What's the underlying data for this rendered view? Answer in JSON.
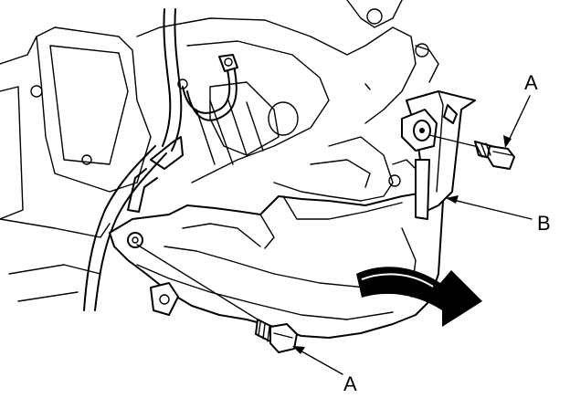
{
  "labels": {
    "bolt_top": "A",
    "bracket": "B",
    "bolt_bottom": "A"
  }
}
